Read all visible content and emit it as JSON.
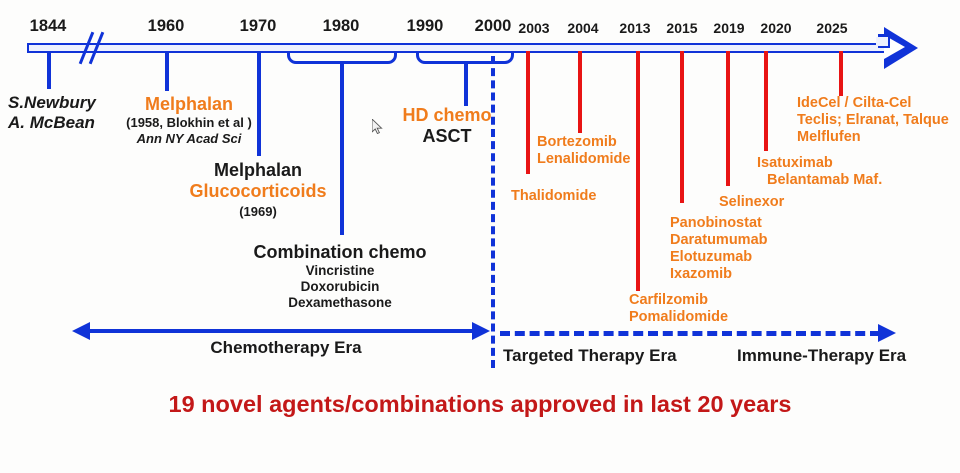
{
  "axis": {
    "years_major": [
      "1844",
      "1960",
      "1970",
      "1980",
      "1990",
      "2000"
    ],
    "years_minor": [
      "2003",
      "2004",
      "2013",
      "2015",
      "2019",
      "2020",
      "2025"
    ]
  },
  "events": {
    "newbury": {
      "line1": "S.Newbury",
      "line2": "A. McBean"
    },
    "melphalan_1958": {
      "title": "Melphalan",
      "ref": "(1958, Blokhin et al )",
      "journal": "Ann NY Acad Sci"
    },
    "melphalan_1969": {
      "line1": "Melphalan",
      "line2": "Glucocorticoids",
      "year": "(1969)"
    },
    "combination_chemo": {
      "title": "Combination chemo",
      "drugs": [
        "Vincristine",
        "Doxorubicin",
        "Dexamethasone"
      ]
    },
    "hd_chemo": {
      "title": "HD chemo",
      "subtitle": "ASCT"
    },
    "thalidomide": {
      "drugs": [
        "Thalidomide"
      ]
    },
    "bortezomib": {
      "drugs": [
        "Bortezomib",
        "Lenalidomide"
      ]
    },
    "carfilzomib": {
      "drugs": [
        "Carfilzomib",
        "Pomalidomide"
      ]
    },
    "panobinostat": {
      "drugs": [
        "Panobinostat",
        "Daratumumab",
        "Elotuzumab",
        "Ixazomib"
      ]
    },
    "selinexor": {
      "drugs": [
        "Selinexor"
      ]
    },
    "isatuximab": {
      "drugs": [
        "Isatuximab",
        "Belantamab Maf."
      ]
    },
    "idecel": {
      "drugs": [
        "IdeCel  / Cilta-Cel",
        "Teclis; Elranat, Talque",
        "Melflufen"
      ]
    }
  },
  "eras": {
    "chemotherapy": "Chemotherapy Era",
    "targeted": "Targeted Therapy Era",
    "immune": "Immune-Therapy Era"
  },
  "caption": "19 novel agents/combinations  approved in last 20 years",
  "colors": {
    "blue": "#1033d8",
    "red": "#e81414",
    "orange": "#f07c1c",
    "caption_red": "#c31818",
    "black": "#1a1a1a"
  }
}
